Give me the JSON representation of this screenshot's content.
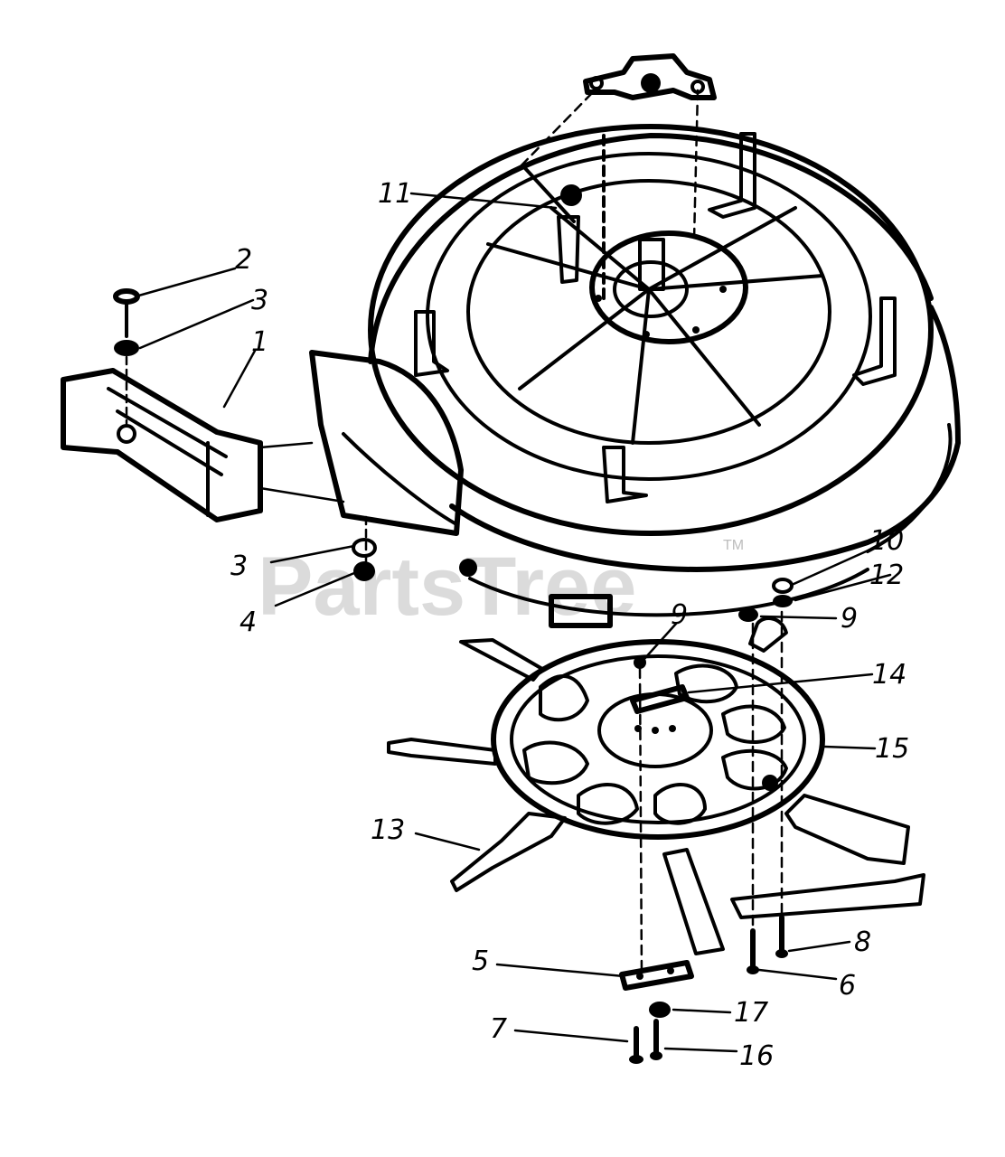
{
  "watermark": {
    "text": "PartsTree",
    "trademark": "TM"
  },
  "callouts": [
    {
      "id": "c1",
      "number": "1"
    },
    {
      "id": "c2",
      "number": "2"
    },
    {
      "id": "c3a",
      "number": "3"
    },
    {
      "id": "c3b",
      "number": "3"
    },
    {
      "id": "c4",
      "number": "4"
    },
    {
      "id": "c5",
      "number": "5"
    },
    {
      "id": "c6",
      "number": "6"
    },
    {
      "id": "c7",
      "number": "7"
    },
    {
      "id": "c8",
      "number": "8"
    },
    {
      "id": "c9a",
      "number": "9"
    },
    {
      "id": "c9b",
      "number": "9"
    },
    {
      "id": "c10",
      "number": "10"
    },
    {
      "id": "c11",
      "number": "11"
    },
    {
      "id": "c12",
      "number": "12"
    },
    {
      "id": "c13",
      "number": "13"
    },
    {
      "id": "c14",
      "number": "14"
    },
    {
      "id": "c15",
      "number": "15"
    },
    {
      "id": "c16",
      "number": "16"
    },
    {
      "id": "c17",
      "number": "17"
    }
  ]
}
